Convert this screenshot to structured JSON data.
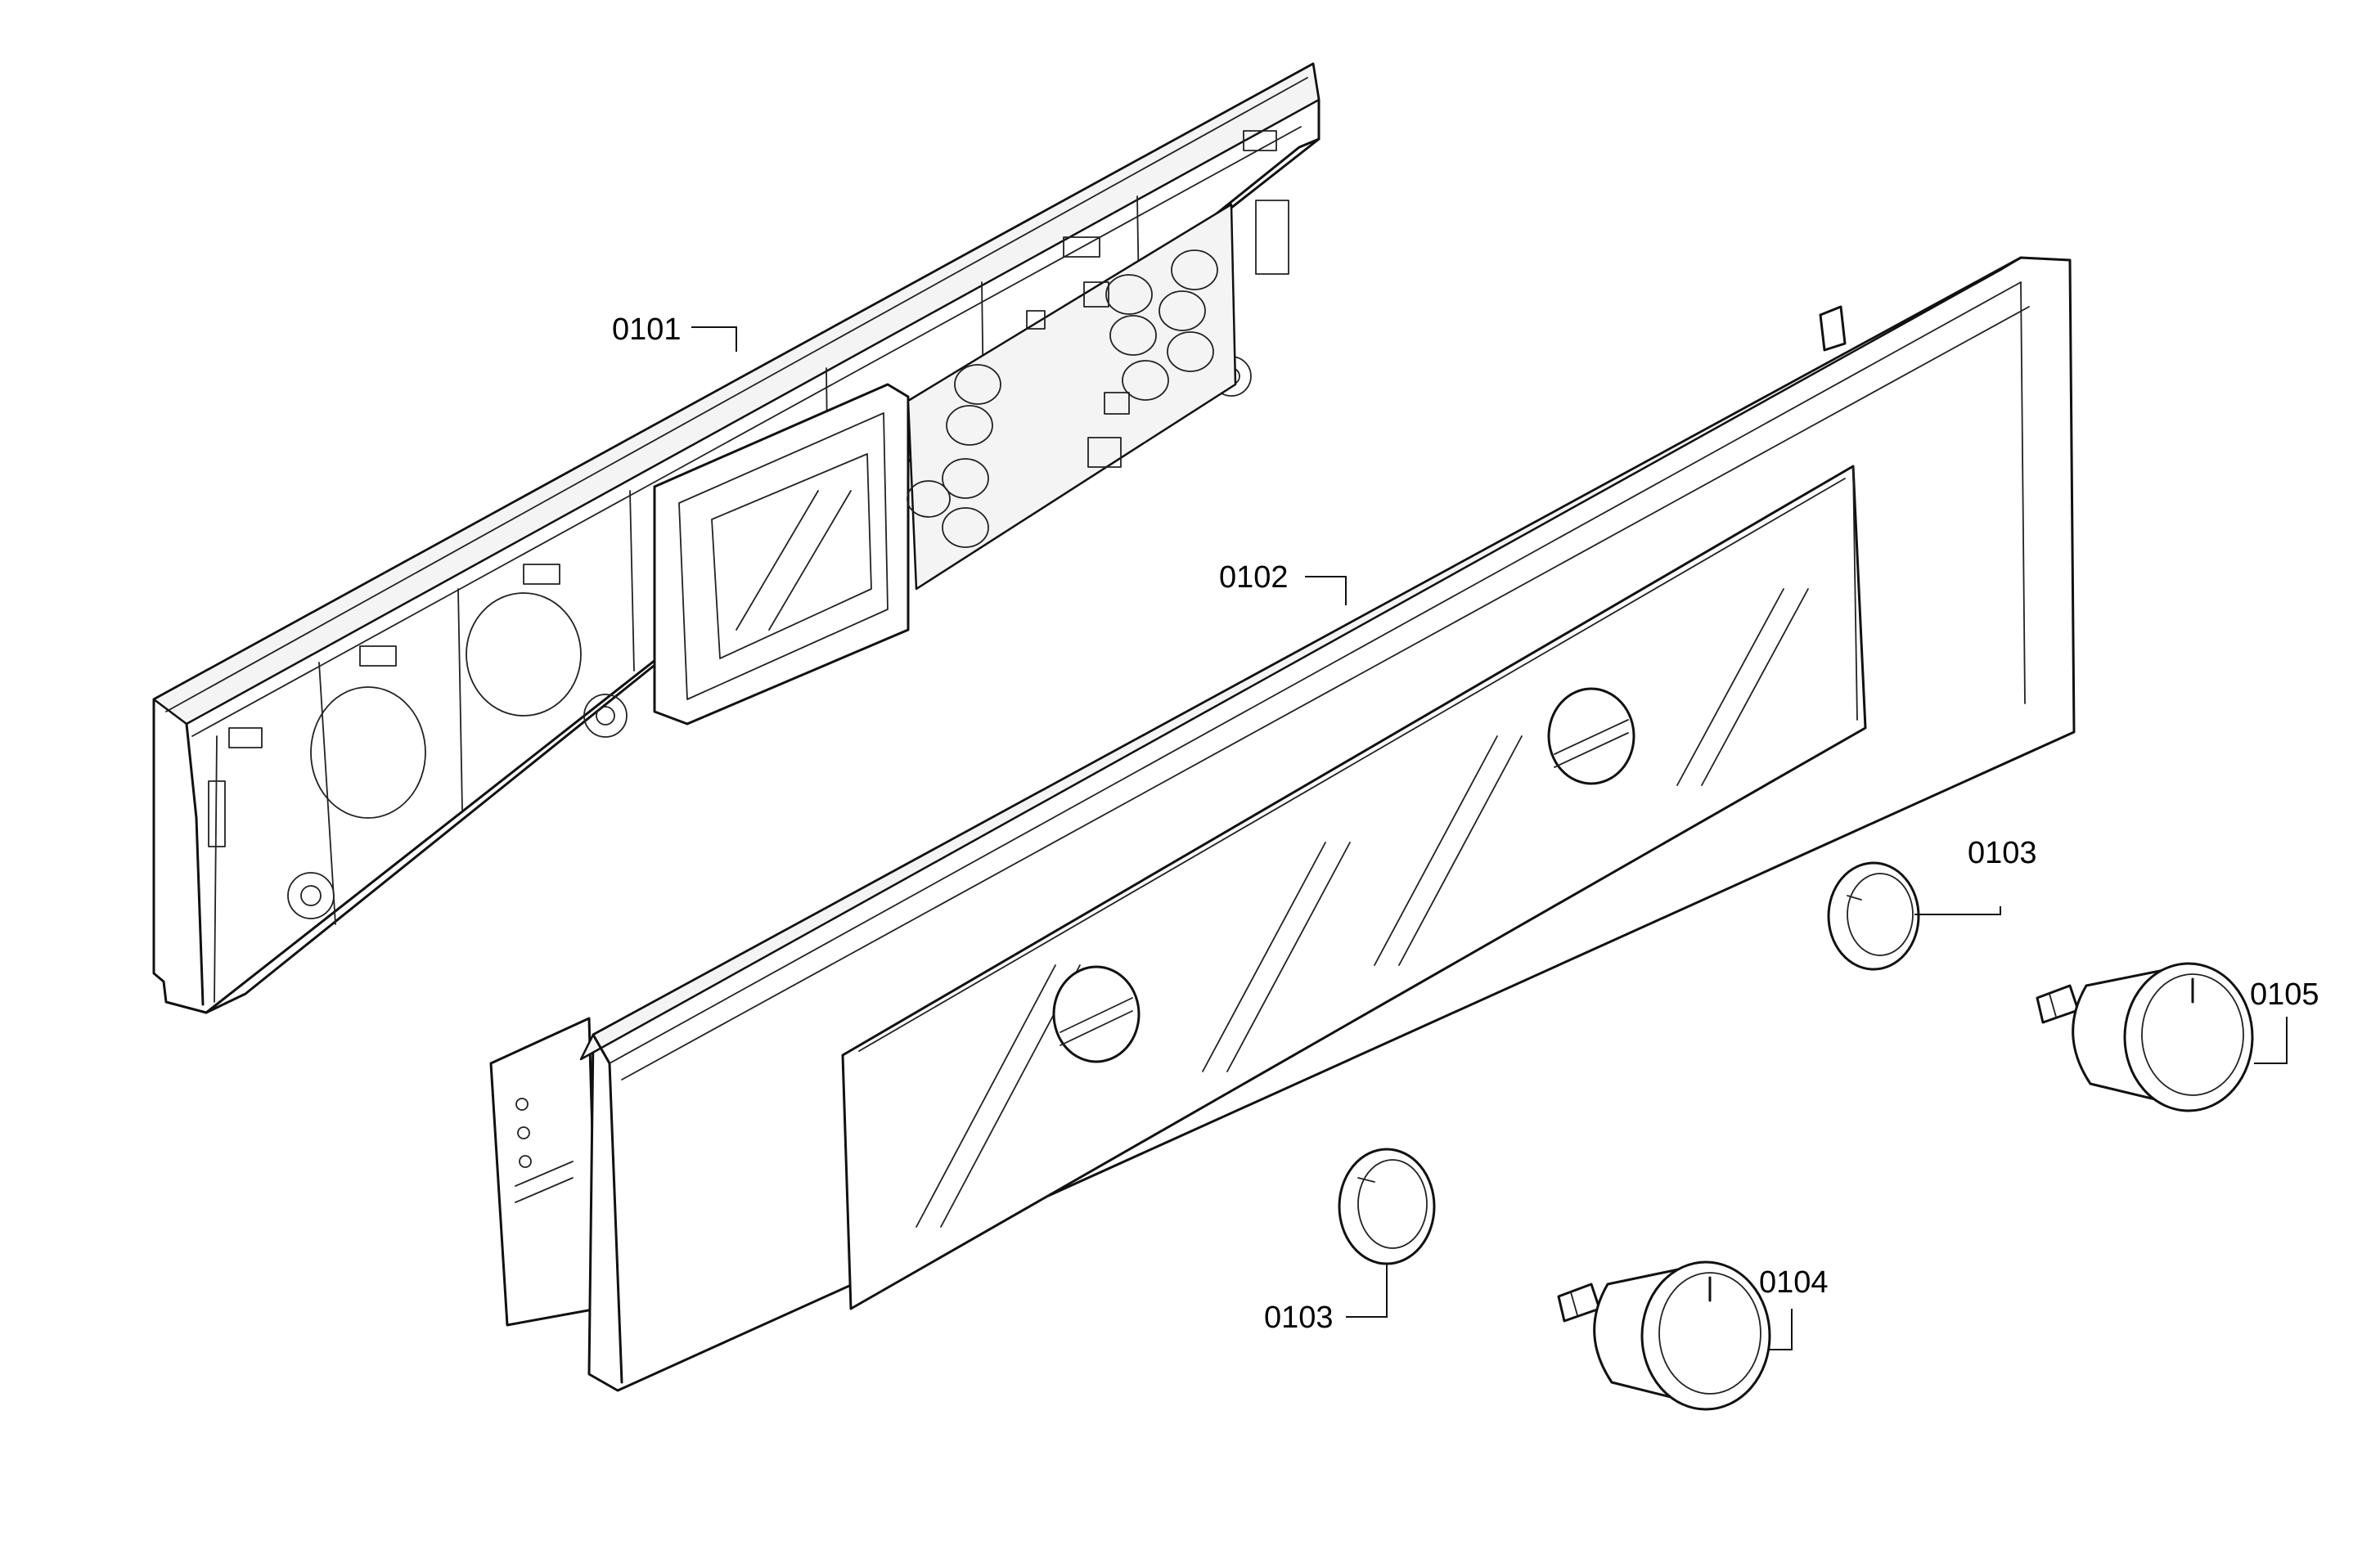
{
  "labels": {
    "p0101": "0101",
    "p0102": "0102",
    "p0103a": "0103",
    "p0103b": "0103",
    "p0104": "0104",
    "p0105": "0105"
  }
}
